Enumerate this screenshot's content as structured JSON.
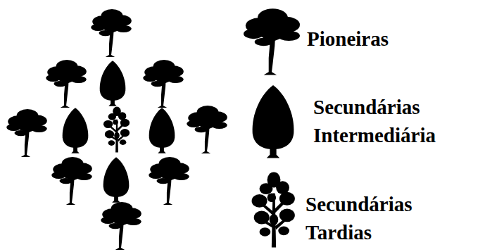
{
  "diagram": {
    "legend": [
      {
        "text": "Pioneiras"
      },
      {
        "text": "Secundárias Intermediária"
      },
      {
        "text": "Secundárias Tardias"
      }
    ]
  }
}
